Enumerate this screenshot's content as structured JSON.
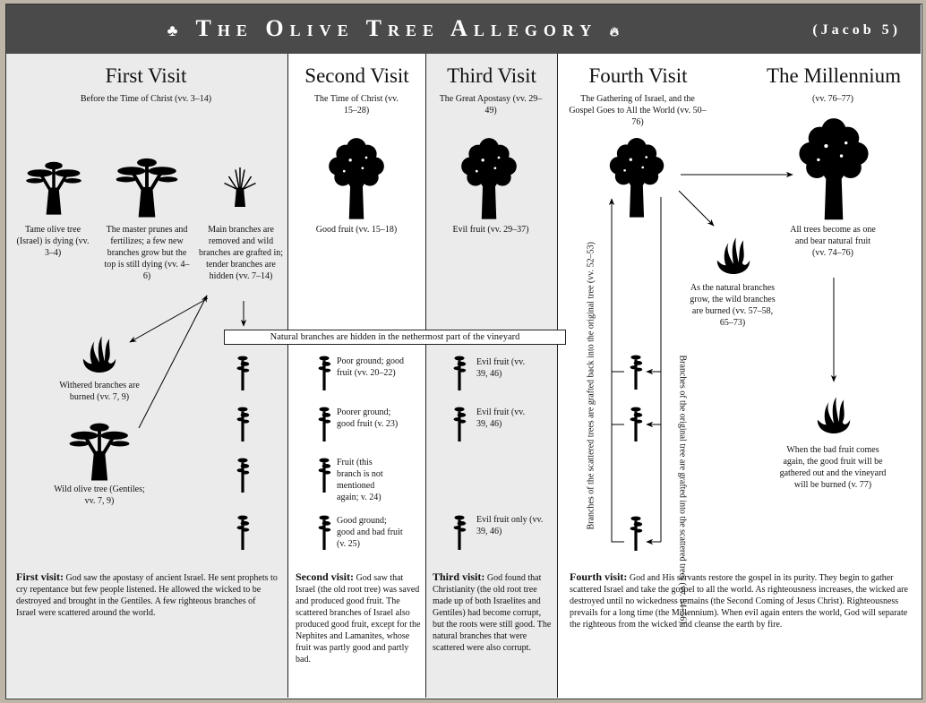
{
  "header": {
    "title": "The Olive Tree Allegory",
    "reference": "(Jacob 5)"
  },
  "columns": [
    {
      "heading": "First Visit",
      "subtitle": "Before the Time of Christ (vv. 3–14)"
    },
    {
      "heading": "Second Visit",
      "subtitle": "The Time of Christ (vv. 15–28)"
    },
    {
      "heading": "Third Visit",
      "subtitle": "The Great Apostasy (vv. 29–49)"
    },
    {
      "heading": "Fourth Visit",
      "subtitle": "The Gathering of Israel, and the Gospel Goes to All the World (vv. 50–76)"
    },
    {
      "heading": "The Millennium",
      "subtitle": "(vv. 76–77)"
    }
  ],
  "first": {
    "tree1": "Tame olive tree (Israel) is dying (vv. 3–4)",
    "tree2": "The master prunes and fertilizes; a few new branches grow but the top is still dying (vv. 4–6)",
    "tree3": "Main branches are removed and wild branches are grafted in; tender branches are hidden (vv. 7–14)",
    "fire": "Withered branches are burned (vv. 7, 9)",
    "wild": "Wild olive tree (Gentiles; vv. 7, 9)"
  },
  "banner": "Natural branches are hidden in the nethermost part of the vineyard",
  "second": {
    "tree": "Good fruit (vv. 15–18)",
    "branches": [
      "Poor ground; good fruit (vv. 20–22)",
      "Poorer ground; good fruit (v. 23)",
      "Fruit (this branch is not mentioned again; v. 24)",
      "Good ground; good and bad fruit (v. 25)"
    ]
  },
  "third": {
    "tree": "Evil fruit (vv. 29–37)",
    "branches": [
      "Evil fruit (vv. 39, 46)",
      "Evil fruit (vv. 39, 46)",
      "Evil fruit only (vv. 39, 46)"
    ]
  },
  "fourth": {
    "fire": "As the natural branches grow, the wild branches are burned (vv. 57–58, 65–73)",
    "graft_back": "Branches of the scattered trees are grafted back into the original tree (vv. 52–53)",
    "graft_into": "Branches of the original tree are grafted into the scattered trees (vv. 54–56)"
  },
  "millennium": {
    "tree": "All trees become as one and bear natural fruit (vv. 74–76)",
    "fire": "When the bad fruit comes again, the good fruit will be gathered out and the vineyard will be burned (v. 77)"
  },
  "summaries": [
    {
      "label": "First visit:",
      "text": "God saw the apostasy of ancient Israel. He sent prophets to cry repentance but few people listened. He allowed the wicked to be destroyed and brought in the Gentiles. A few righteous branches of Israel were scattered around the world."
    },
    {
      "label": "Second visit:",
      "text": "God saw that Israel (the old root tree) was saved and produced good fruit. The scattered branches of Israel also produced good fruit, except for the Nephites and Lamanites, whose fruit was partly good and partly bad."
    },
    {
      "label": "Third visit:",
      "text": "God found that Christianity (the old root tree made up of both Israelites and Gentiles) had become corrupt, but the roots were still good. The natural branches that were scattered were also corrupt."
    },
    {
      "label": "Fourth visit:",
      "text": "God and His servants restore the gospel in its purity. They begin to gather scattered Israel and take the gospel to all the world. As righteousness increases, the wicked are destroyed until no wickedness remains (the Second Coming of Jesus Christ). Righteousness prevails for a long time (the Millennium). When evil again enters the world, God will separate the righteous from the wicked and cleanse the earth by fire."
    }
  ],
  "colors": {
    "header": "#4a4a4a",
    "shaded": "#ebebeb"
  }
}
